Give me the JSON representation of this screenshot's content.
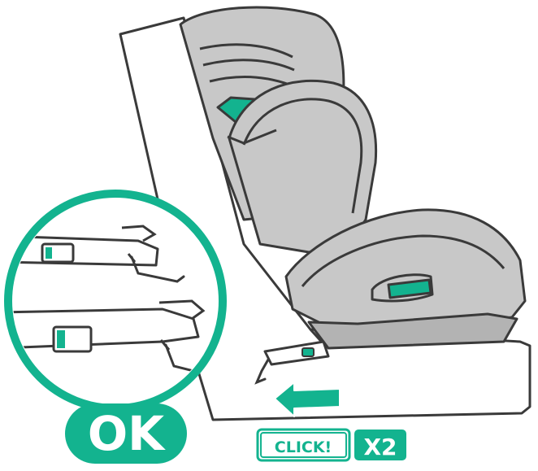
{
  "badges": {
    "ok": "OK",
    "click": "CLICK!",
    "multiplier": "X2"
  },
  "colors": {
    "accent": "#13b38f",
    "outline": "#3a3a3a",
    "seat_fill": "#c8c8c8",
    "seat_shadow": "#b3b3b3",
    "seat_light": "#d8d8d8",
    "background": "#ffffff"
  },
  "icons": {
    "arrow": "arrow-left-icon",
    "magnifier": "zoom-circle"
  }
}
